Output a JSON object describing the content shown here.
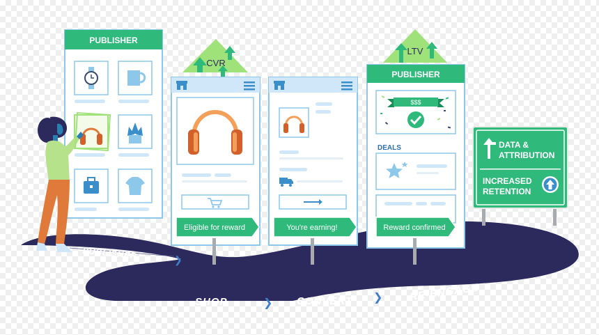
{
  "colors": {
    "green": "#2fba7c",
    "green_light": "#9fe27a",
    "blue_border": "#8dc7ea",
    "blue_light": "#cfe7f8",
    "road": "#2c2a5c",
    "orange": "#e07a3a"
  },
  "panels": {
    "publisher_left": {
      "header": "PUBLISHER"
    },
    "product": {
      "reward_label": "Eligible for reward"
    },
    "checkout": {
      "reward_label": "You're earning!"
    },
    "publisher_right": {
      "header": "PUBLISHER",
      "banner": "$$$",
      "deals_heading": "DEALS",
      "reward_label": "Reward confirmed"
    }
  },
  "badges": {
    "cvr": "CVR",
    "ltv": "LTV"
  },
  "road_sign": {
    "line1": "DATA &",
    "line2": "ATTRIBUTION",
    "line3": "INCREASED",
    "line4": "RETENTION"
  },
  "road_labels": {
    "publisher": "PUBLISHER",
    "shop": "SHOP",
    "convert": "CONVERT",
    "reengage": "RE-ENGAGE"
  }
}
